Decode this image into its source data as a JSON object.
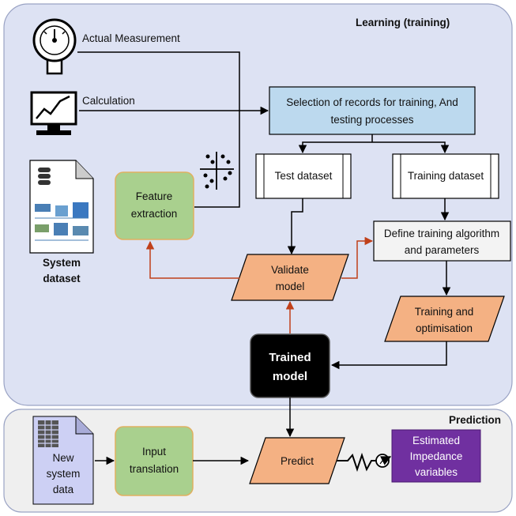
{
  "panels": {
    "learning_title": "Learning (training)",
    "prediction_title": "Prediction"
  },
  "inputs": {
    "actual_measurement": "Actual Measurement",
    "calculation": "Calculation",
    "system_dataset_line1": "System",
    "system_dataset_line2": "dataset"
  },
  "nodes": {
    "selection_line1": "Selection of records for training, And",
    "selection_line2": "testing processes",
    "test_dataset": "Test dataset",
    "training_dataset": "Training dataset",
    "feature_extraction_line1": "Feature",
    "feature_extraction_line2": "extraction",
    "define_algo_line1": "Define training algorithm",
    "define_algo_line2": "and parameters",
    "validate_line1": "Validate",
    "validate_line2": "model",
    "training_opt_line1": "Training and",
    "training_opt_line2": "optimisation",
    "trained_line1": "Trained",
    "trained_line2": "model",
    "new_data_line1": "New",
    "new_data_line2": "system",
    "new_data_line3": "data",
    "input_translation_line1": "Input",
    "input_translation_line2": "translation",
    "predict": "Predict",
    "estimated_line1": "Estimated",
    "estimated_line2": "Impedance",
    "estimated_line3": "variables"
  },
  "colors": {
    "learning_panel": "#dde2f3",
    "prediction_panel": "#efefef",
    "selection_fill": "#bcd9ee",
    "green_fill": "#a9d08e",
    "green_stroke": "#e0b060",
    "orange_fill": "#f4b183",
    "trained_fill": "#000000",
    "estimated_fill": "#7030a0",
    "new_data_fill": "#cdd0f4",
    "red_arrow": "#c0401a"
  }
}
